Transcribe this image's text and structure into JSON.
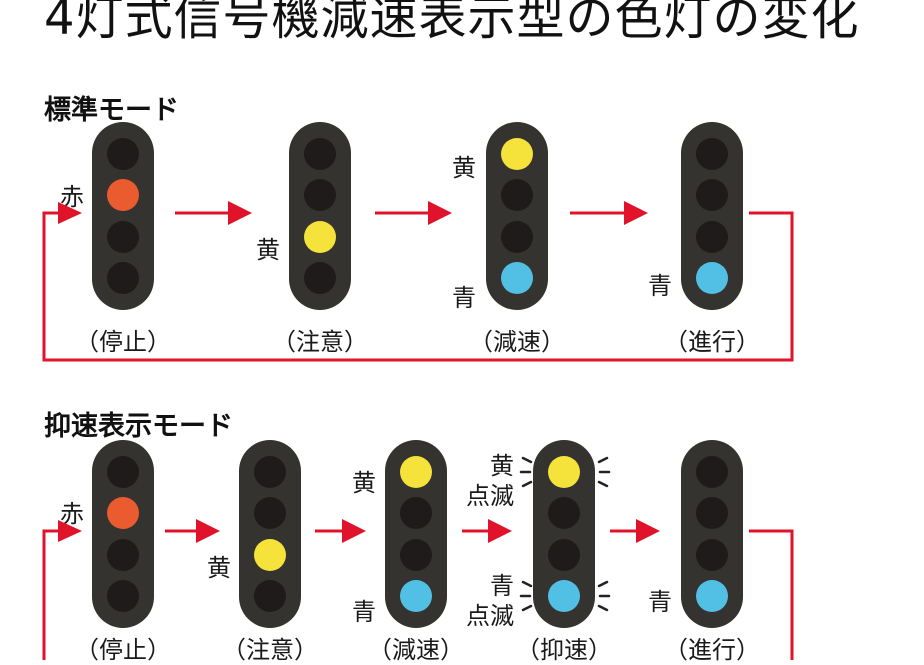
{
  "title": "4灯式信号機減速表示型の色灯の変化",
  "colors": {
    "red_lamp": "#ea5b30",
    "yellow_lamp": "#f5e23a",
    "blue_lamp": "#52c0e4",
    "signal_body": "#353330",
    "off_lamp": "#1e1b1a",
    "arrow": "#e0132a"
  },
  "modes": [
    {
      "label": "標準モード",
      "signals": [
        {
          "caption": "（停止）",
          "lit": [
            "red"
          ],
          "labels": [
            "赤"
          ]
        },
        {
          "caption": "（注意）",
          "lit": [
            "yellow"
          ],
          "labels": [
            "黄"
          ]
        },
        {
          "caption": "（減速）",
          "lit": [
            "yellow",
            "blue"
          ],
          "labels": [
            "黄",
            "青"
          ]
        },
        {
          "caption": "（進行）",
          "lit": [
            "blue"
          ],
          "labels": [
            "青"
          ]
        }
      ]
    },
    {
      "label": "抑速表示モード",
      "signals": [
        {
          "caption": "（停止）",
          "lit": [
            "red"
          ],
          "labels": [
            "赤"
          ]
        },
        {
          "caption": "（注意）",
          "lit": [
            "yellow"
          ],
          "labels": [
            "黄"
          ]
        },
        {
          "caption": "（減速）",
          "lit": [
            "yellow",
            "blue"
          ],
          "labels": [
            "黄",
            "青"
          ]
        },
        {
          "caption": "（抑速）",
          "lit": [
            "yellow",
            "blue"
          ],
          "labels": [
            "黄点滅",
            "青点滅"
          ],
          "label_parts": [
            [
              "黄",
              "点滅"
            ],
            [
              "青",
              "点滅"
            ]
          ]
        },
        {
          "caption": "（進行）",
          "lit": [
            "blue"
          ],
          "labels": [
            "青"
          ]
        }
      ]
    }
  ]
}
